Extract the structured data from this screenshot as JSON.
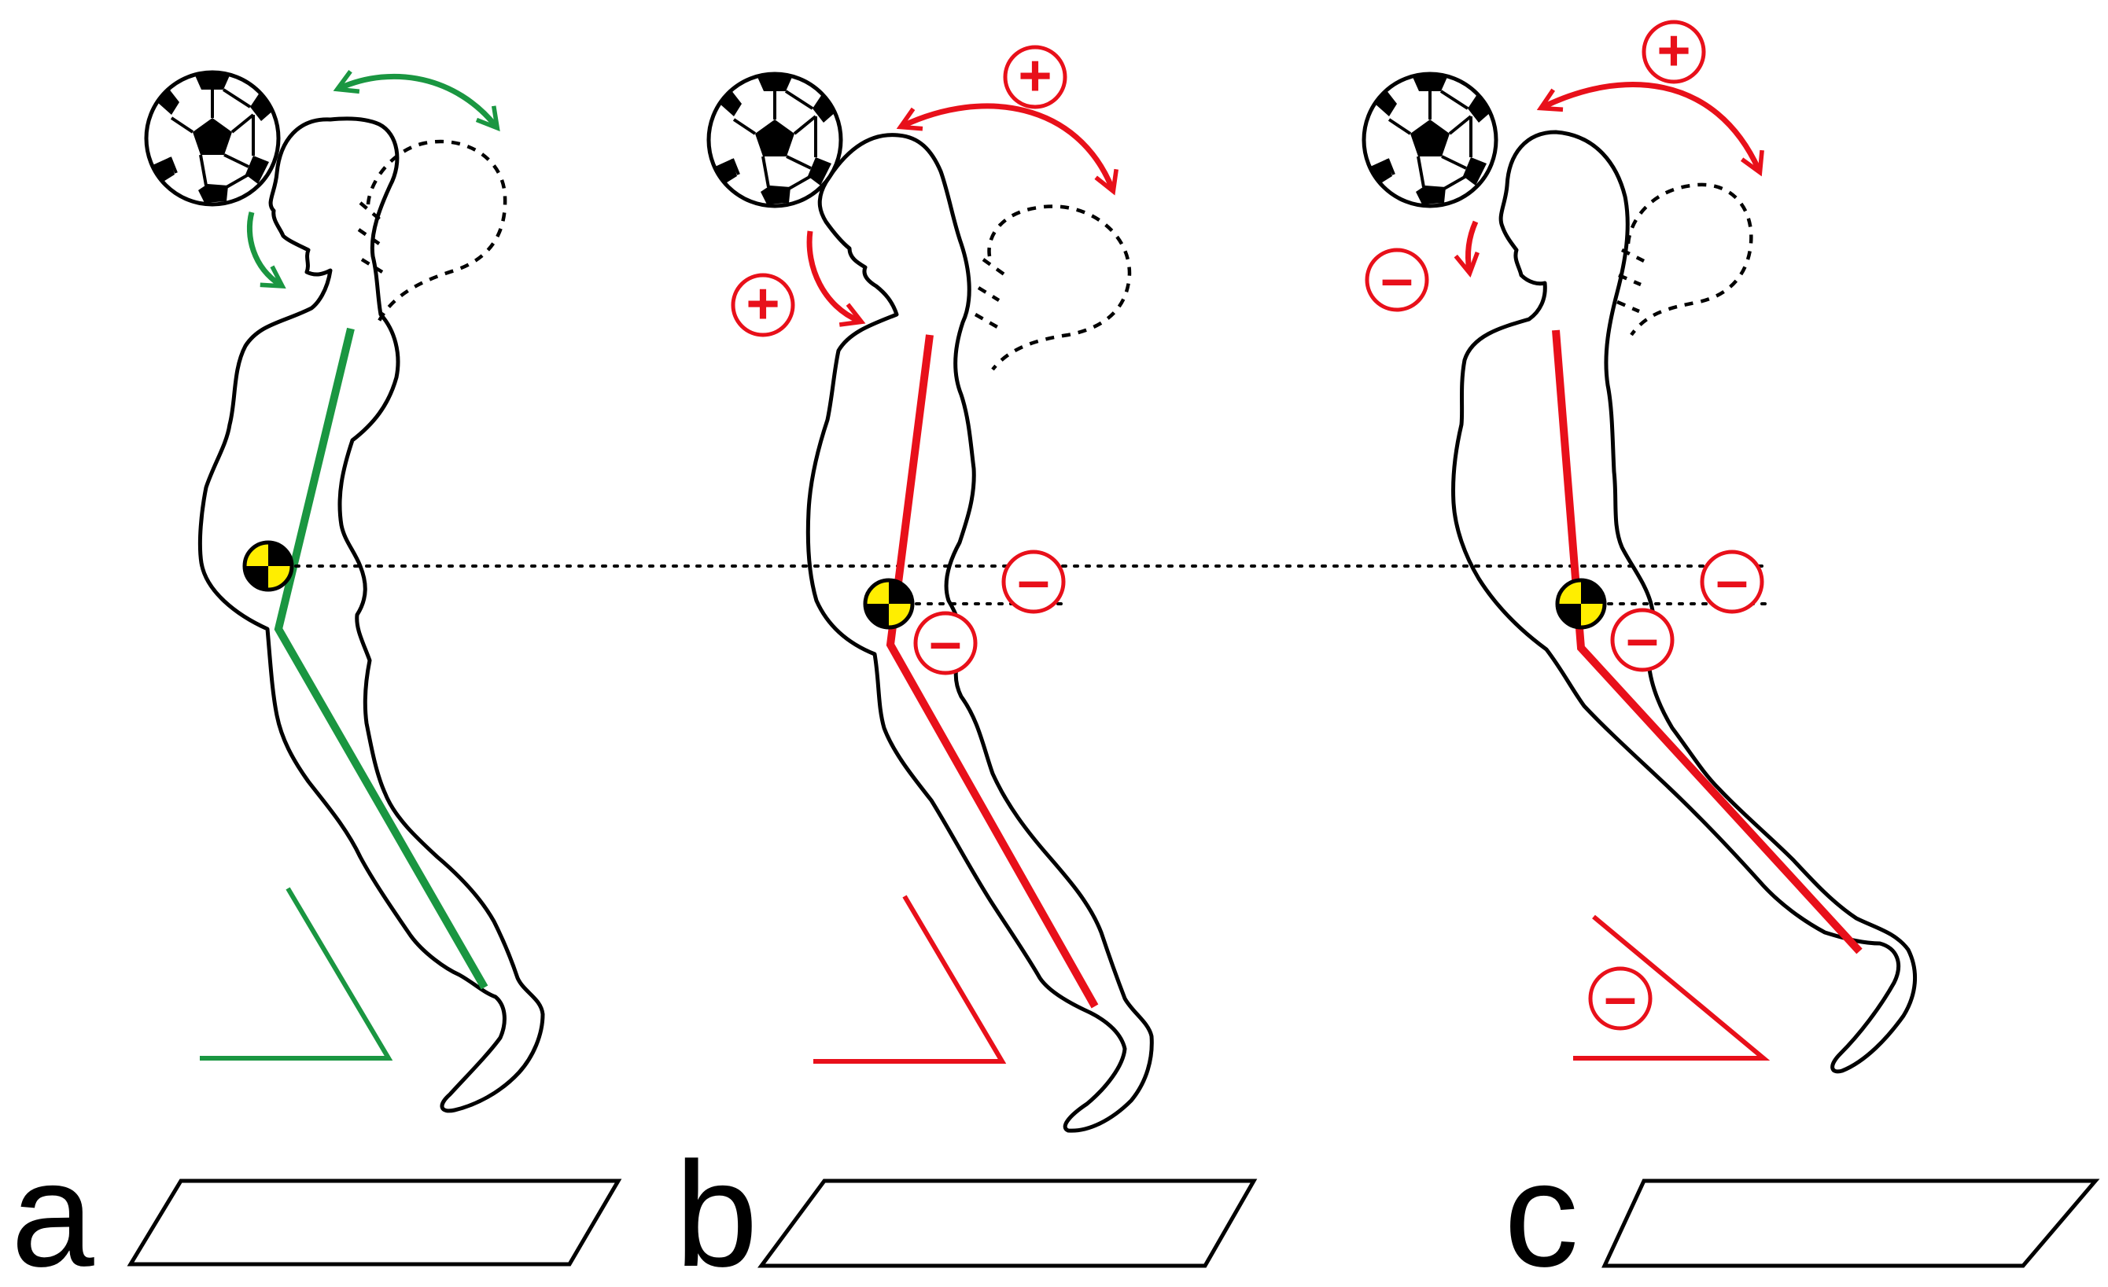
{
  "colors": {
    "correct": "#1a9641",
    "incorrect": "#e8101a",
    "outline": "#000000",
    "cog_yellow": "#ffee00"
  },
  "icons": {
    "ball": "soccer-ball-icon",
    "center_of_gravity": "center-of-gravity-marker-icon"
  },
  "panels": [
    {
      "label": "a",
      "state": "correct",
      "signs": {
        "head_swing": "",
        "neck_flexion": "",
        "center_of_mass": "",
        "hip": "",
        "lean": ""
      }
    },
    {
      "label": "b",
      "state": "incorrect",
      "signs": {
        "head_swing": "+",
        "neck_flexion": "+",
        "center_of_mass": "-",
        "hip": "-",
        "lean": ""
      }
    },
    {
      "label": "c",
      "state": "incorrect",
      "signs": {
        "head_swing": "+",
        "neck_flexion": "-",
        "center_of_mass": "-",
        "hip": "-",
        "lean": "-"
      }
    }
  ]
}
